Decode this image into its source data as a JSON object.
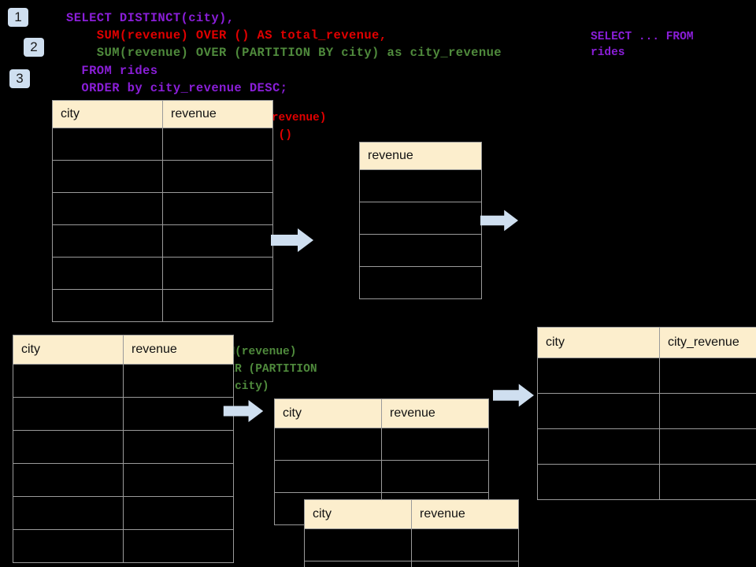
{
  "background_color": "#000000",
  "palette": {
    "badge_bg": "#cfdff0",
    "table_header_bg": "#fceecd",
    "table_border": "#9a9a9a",
    "arrow_fill": "#cfdff0",
    "sql_purple": "#8a1ed8",
    "sql_red": "#e00000",
    "sql_green": "#4f8a3c"
  },
  "badges": [
    {
      "label": "1"
    },
    {
      "label": "2"
    },
    {
      "label": "3"
    }
  ],
  "sql": {
    "lines": [
      {
        "text": "SELECT DISTINCT(city),",
        "color": "purple"
      },
      {
        "text": "    SUM(revenue) OVER () AS total_revenue,",
        "color": "red"
      },
      {
        "text": "    SUM(revenue) OVER (PARTITION BY city) as city_revenue",
        "color": "green"
      },
      {
        "text": "  FROM rides",
        "color": "purple"
      },
      {
        "text": "  ORDER by city_revenue DESC;",
        "color": "purple"
      }
    ]
  },
  "annotations": {
    "select_from": "SELECT ... FROM\nrides",
    "sum_over_empty": "SUM(revenue)\nOVER ()",
    "sum_over_partition": "SUM(revenue)\nOVER (PARTITION\nBY city)"
  },
  "tables": {
    "rides_top": {
      "name": "rides-source-table",
      "headers": [
        "city",
        "revenue"
      ],
      "row_count": 6,
      "rows": [
        [
          "",
          ""
        ],
        [
          "",
          ""
        ],
        [
          "",
          ""
        ],
        [
          "",
          ""
        ],
        [
          "",
          ""
        ],
        [
          "",
          ""
        ]
      ]
    },
    "total_revenue": {
      "name": "total-revenue-table",
      "headers": [
        "revenue"
      ],
      "row_count": 4,
      "rows": [
        [
          ""
        ],
        [
          ""
        ],
        [
          ""
        ],
        [
          ""
        ]
      ]
    },
    "rides_bottom": {
      "name": "rides-partition-source-table",
      "headers": [
        "city",
        "revenue"
      ],
      "row_count": 6,
      "rows": [
        [
          "",
          ""
        ],
        [
          "",
          ""
        ],
        [
          "",
          ""
        ],
        [
          "",
          ""
        ],
        [
          "",
          ""
        ],
        [
          "",
          ""
        ]
      ]
    },
    "partition_a": {
      "name": "partition-group-a-table",
      "headers": [
        "city",
        "revenue"
      ],
      "row_count": 3,
      "rows": [
        [
          "",
          ""
        ],
        [
          "",
          ""
        ],
        [
          "",
          ""
        ]
      ]
    },
    "partition_b": {
      "name": "partition-group-b-table",
      "headers": [
        "city",
        "revenue"
      ],
      "row_count": 2,
      "rows": [
        [
          "",
          ""
        ],
        [
          "",
          ""
        ]
      ]
    },
    "result": {
      "name": "city-revenue-result-table",
      "headers": [
        "city",
        "city_revenue"
      ],
      "row_count": 4,
      "rows": [
        [
          "",
          ""
        ],
        [
          "",
          ""
        ],
        [
          "",
          ""
        ],
        [
          "",
          ""
        ]
      ]
    }
  },
  "arrows": [
    {
      "name": "arrow-rides-to-total-revenue"
    },
    {
      "name": "arrow-total-revenue-to-next"
    },
    {
      "name": "arrow-rides-to-partitions"
    },
    {
      "name": "arrow-partitions-to-result"
    }
  ]
}
